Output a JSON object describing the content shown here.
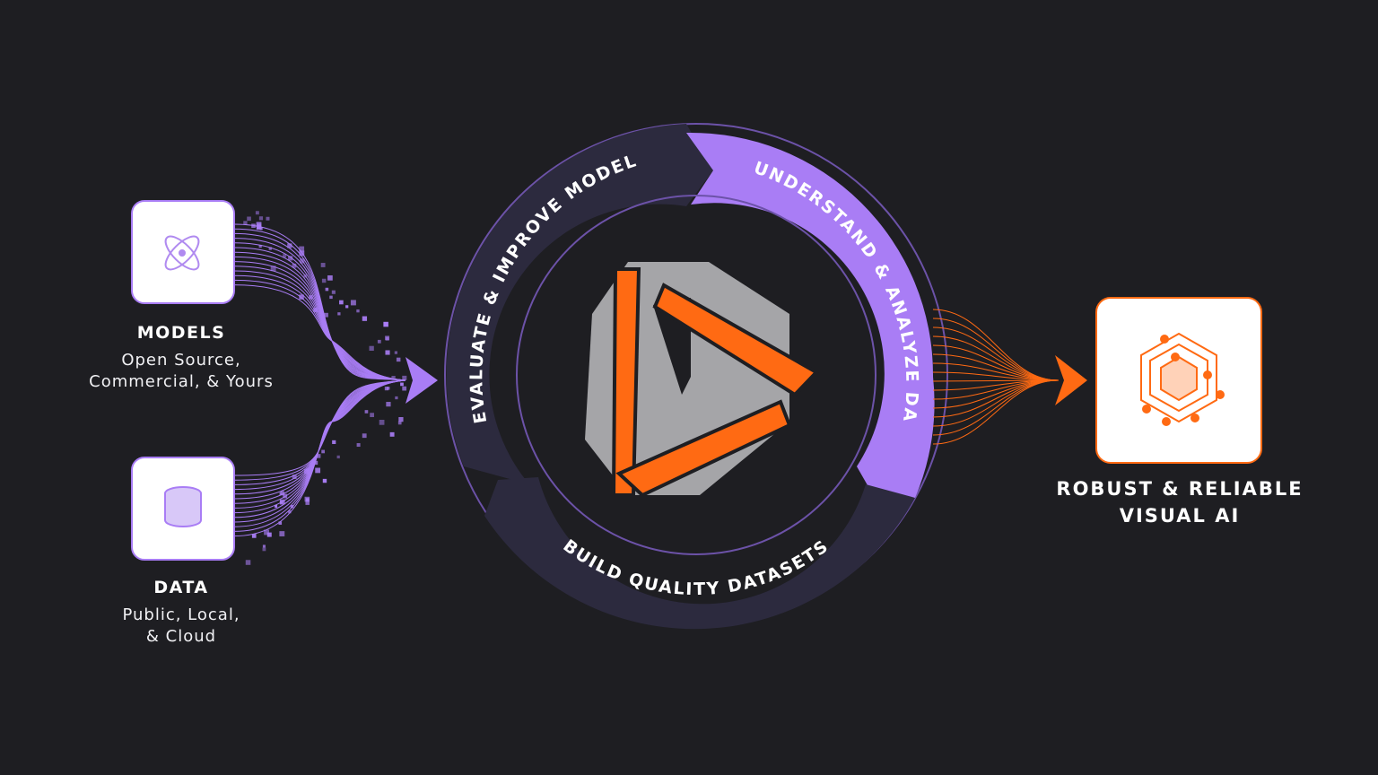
{
  "inputs": {
    "models": {
      "title": "MODELS",
      "line1": "Open Source,",
      "line2": "Commercial, & Yours",
      "icon": "atom-icon"
    },
    "data": {
      "title": "DATA",
      "line1": "Public, Local,",
      "line2": "& Cloud",
      "icon": "database-icon"
    }
  },
  "cycle": {
    "segments": [
      {
        "label": "EVALUATE & IMPROVE MODELS",
        "color": "#2c2a3e"
      },
      {
        "label": "UNDERSTAND & ANALYZE DATA",
        "color": "#a97df5"
      },
      {
        "label": "BUILD QUALITY DATASETS",
        "color": "#2c2a3e"
      }
    ],
    "center_logo": "logo-icon"
  },
  "output": {
    "line1": "ROBUST & RELIABLE",
    "line2": "VISUAL AI",
    "icon": "network-hexagon-icon"
  },
  "colors": {
    "background": "#1e1e22",
    "purple": "#a97df5",
    "orange": "#ff6a13",
    "ring_dark": "#2c2a3e",
    "logo_gray": "#a5a5a8"
  }
}
